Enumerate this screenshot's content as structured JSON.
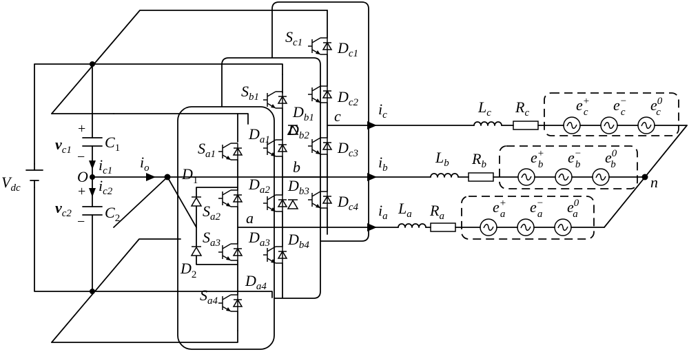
{
  "labels": {
    "vdc": {
      "main": "V",
      "sub": "dc"
    },
    "vc1": {
      "main": "v",
      "sub": "c1"
    },
    "vc2": {
      "main": "v",
      "sub": "c2"
    },
    "c1": {
      "main": "C",
      "sub": "1"
    },
    "c2": {
      "main": "C",
      "sub": "2"
    },
    "o": {
      "main": "O"
    },
    "ic1": {
      "main": "i",
      "sub": "c1"
    },
    "ic2": {
      "main": "i",
      "sub": "c2"
    },
    "io": {
      "main": "i",
      "sub": "o"
    },
    "d1": {
      "main": "D",
      "sub": "1"
    },
    "d2": {
      "main": "D",
      "sub": "2"
    },
    "sa1": {
      "main": "S",
      "sub": "a1"
    },
    "sa2": {
      "main": "S",
      "sub": "a2"
    },
    "sa3": {
      "main": "S",
      "sub": "a3"
    },
    "sa4": {
      "main": "S",
      "sub": "a4"
    },
    "da1": {
      "main": "D",
      "sub": "a1"
    },
    "da2": {
      "main": "D",
      "sub": "a2"
    },
    "da3": {
      "main": "D",
      "sub": "a3"
    },
    "da4": {
      "main": "D",
      "sub": "a4"
    },
    "sb1": {
      "main": "S",
      "sub": "b1"
    },
    "db1": {
      "main": "D",
      "sub": "b1"
    },
    "db2": {
      "main": "D",
      "sub": "b2"
    },
    "db3": {
      "main": "D",
      "sub": "b3"
    },
    "db4": {
      "main": "D",
      "sub": "b4"
    },
    "sc1": {
      "main": "S",
      "sub": "c1"
    },
    "dc1": {
      "main": "D",
      "sub": "c1"
    },
    "dc2": {
      "main": "D",
      "sub": "c2"
    },
    "dc3": {
      "main": "D",
      "sub": "c3"
    },
    "dc4": {
      "main": "D",
      "sub": "c4"
    },
    "node_a": {
      "main": "a"
    },
    "node_b": {
      "main": "b"
    },
    "node_c": {
      "main": "c"
    },
    "ia": {
      "main": "i",
      "sub": "a"
    },
    "ib": {
      "main": "i",
      "sub": "b"
    },
    "ic": {
      "main": "i",
      "sub": "c"
    },
    "la": {
      "main": "L",
      "sub": "a"
    },
    "lb": {
      "main": "L",
      "sub": "b"
    },
    "lc": {
      "main": "L",
      "sub": "c"
    },
    "ra": {
      "main": "R",
      "sub": "a"
    },
    "rb": {
      "main": "R",
      "sub": "b"
    },
    "rc": {
      "main": "R",
      "sub": "c"
    },
    "ea_pos": {
      "main": "e",
      "sub": "a",
      "sup": "+"
    },
    "ea_neg": {
      "main": "e",
      "sub": "a",
      "sup": "−"
    },
    "ea_zero": {
      "main": "e",
      "sub": "a",
      "sup": "0"
    },
    "eb_pos": {
      "main": "e",
      "sub": "b",
      "sup": "+"
    },
    "eb_neg": {
      "main": "e",
      "sub": "b",
      "sup": "−"
    },
    "eb_zero": {
      "main": "e",
      "sub": "b",
      "sup": "0"
    },
    "ec_pos": {
      "main": "e",
      "sub": "c",
      "sup": "+"
    },
    "ec_neg": {
      "main": "e",
      "sub": "c",
      "sup": "−"
    },
    "ec_zero": {
      "main": "e",
      "sub": "c",
      "sup": "0"
    },
    "n": {
      "main": "n"
    }
  },
  "signs": {
    "plus_c1": "+",
    "minus_c1": "−",
    "plus_c2": "+",
    "minus_c2": "−"
  }
}
